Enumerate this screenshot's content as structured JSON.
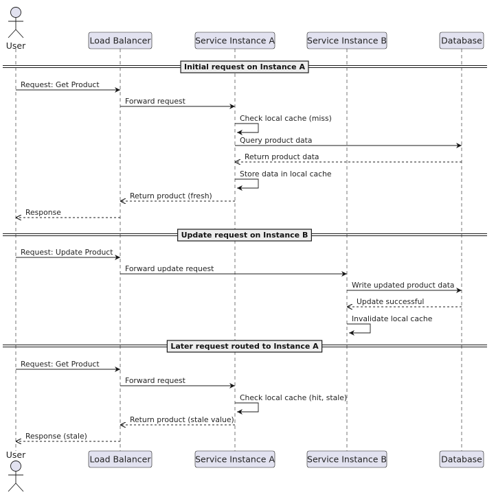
{
  "diagram": {
    "participants": [
      {
        "id": "user",
        "label": "User",
        "kind": "actor"
      },
      {
        "id": "lb",
        "label": "Load Balancer",
        "kind": "box"
      },
      {
        "id": "sa",
        "label": "Service Instance A",
        "kind": "box"
      },
      {
        "id": "sb",
        "label": "Service Instance B",
        "kind": "box"
      },
      {
        "id": "db",
        "label": "Database",
        "kind": "box"
      }
    ],
    "events": [
      {
        "type": "divider",
        "label": "Initial request on Instance A"
      },
      {
        "type": "msg",
        "from": "user",
        "to": "lb",
        "label": "Request: Get Product",
        "style": "solid"
      },
      {
        "type": "msg",
        "from": "lb",
        "to": "sa",
        "label": "Forward request",
        "style": "solid"
      },
      {
        "type": "self",
        "at": "sa",
        "label": "Check local cache (miss)"
      },
      {
        "type": "msg",
        "from": "sa",
        "to": "db",
        "label": "Query product data",
        "style": "solid"
      },
      {
        "type": "msg",
        "from": "db",
        "to": "sa",
        "label": "Return product data",
        "style": "dashed"
      },
      {
        "type": "self",
        "at": "sa",
        "label": "Store data in local cache"
      },
      {
        "type": "msg",
        "from": "sa",
        "to": "lb",
        "label": "Return product (fresh)",
        "style": "dashed"
      },
      {
        "type": "msg",
        "from": "lb",
        "to": "user",
        "label": "Response",
        "style": "dashed"
      },
      {
        "type": "divider",
        "label": "Update request on Instance B"
      },
      {
        "type": "msg",
        "from": "user",
        "to": "lb",
        "label": "Request: Update Product",
        "style": "solid"
      },
      {
        "type": "msg",
        "from": "lb",
        "to": "sb",
        "label": "Forward update request",
        "style": "solid"
      },
      {
        "type": "msg",
        "from": "sb",
        "to": "db",
        "label": "Write updated product data",
        "style": "solid"
      },
      {
        "type": "msg",
        "from": "db",
        "to": "sb",
        "label": "Update successful",
        "style": "dashed"
      },
      {
        "type": "self",
        "at": "sb",
        "label": "Invalidate local cache"
      },
      {
        "type": "divider",
        "label": "Later request routed to Instance A"
      },
      {
        "type": "msg",
        "from": "user",
        "to": "lb",
        "label": "Request: Get Product",
        "style": "solid"
      },
      {
        "type": "msg",
        "from": "lb",
        "to": "sa",
        "label": "Forward request",
        "style": "solid"
      },
      {
        "type": "self",
        "at": "sa",
        "label": "Check local cache (hit, stale)"
      },
      {
        "type": "msg",
        "from": "sa",
        "to": "lb",
        "label": "Return product (stale value)",
        "style": "dashed"
      },
      {
        "type": "msg",
        "from": "lb",
        "to": "user",
        "label": "Response (stale)",
        "style": "dashed"
      }
    ]
  },
  "colors": {
    "participant_fill": "#e2e2f0",
    "participant_border": "#181818",
    "lifeline": "#181818",
    "divider_fill": "#eeeeee",
    "arrow": "#181818"
  }
}
